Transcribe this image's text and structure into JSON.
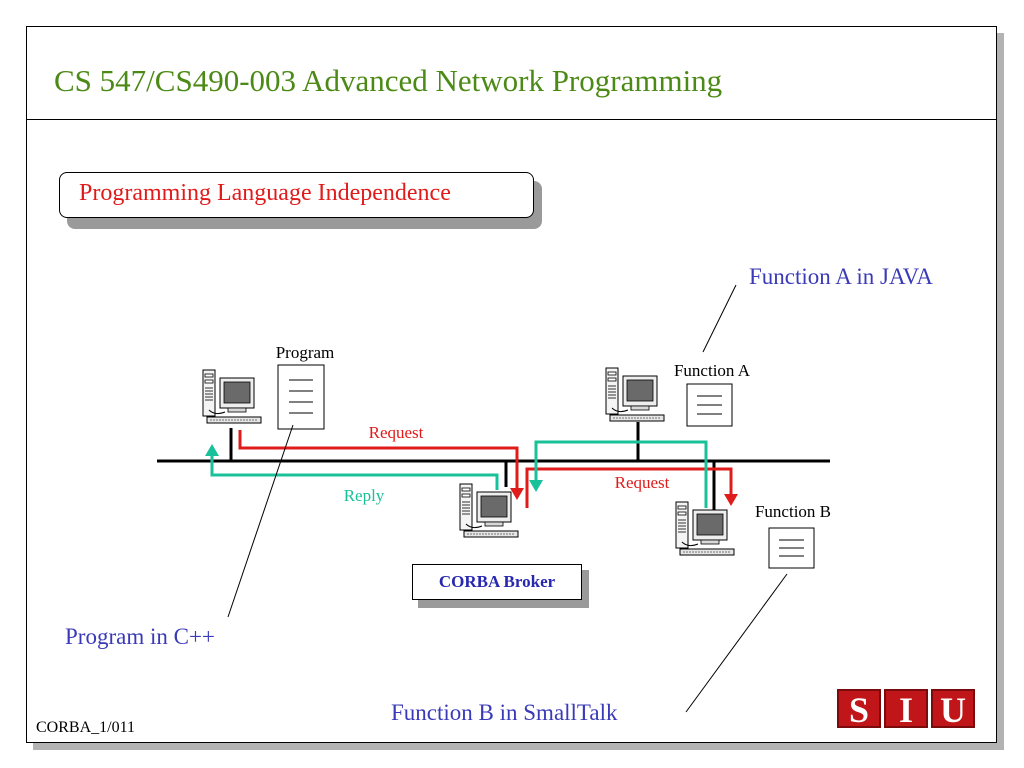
{
  "header": {
    "title": "CS 547/CS490-003 Advanced Network Programming"
  },
  "subtitle": {
    "text": "Programming Language Independence"
  },
  "diagram": {
    "annotations": {
      "function_a_java": "Function A in JAVA",
      "program_cpp": "Program in C++",
      "function_b_smalltalk": "Function B in SmallTalk"
    },
    "labels": {
      "program": "Program",
      "function_a": "Function A",
      "function_b": "Function B",
      "request_1": "Request",
      "request_2": "Request",
      "reply": "Reply"
    },
    "broker": {
      "label": "CORBA Broker"
    },
    "colors": {
      "request": "#e01b1b",
      "reply": "#19c19a",
      "annotation": "#3a3ab8",
      "title": "#4c8a16"
    },
    "icons": [
      "computer-icon",
      "document-icon"
    ]
  },
  "footer": {
    "slide_id": "CORBA_1/011"
  },
  "logo": {
    "letters": [
      "S",
      "I",
      "U"
    ]
  }
}
